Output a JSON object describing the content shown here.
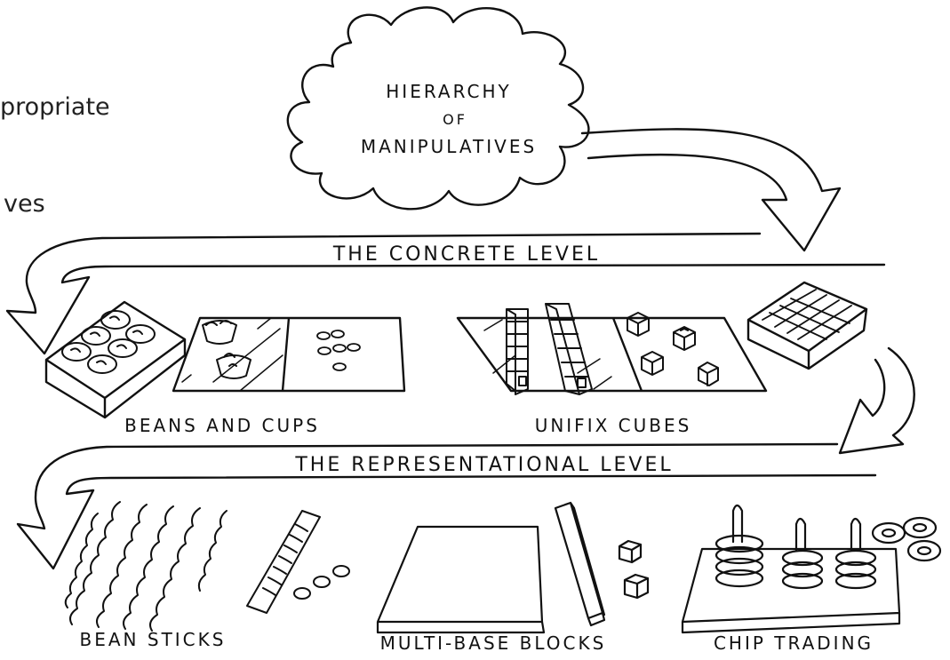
{
  "corner_text": {
    "line1": "propriate",
    "line2": "ves"
  },
  "cloud": {
    "line1": "HIERARCHY",
    "line2": "OF",
    "line3": "MANIPULATIVES"
  },
  "banners": {
    "concrete": "THE CONCRETE LEVEL",
    "representational": "THE REPRESENTATIONAL LEVEL"
  },
  "items": {
    "beans_and_cups": "BEANS AND CUPS",
    "unifix_cubes": "UNIFIX CUBES",
    "bean_sticks": "BEAN STICKS",
    "multi_base_blocks": "MULTI-BASE BLOCKS",
    "chip_trading": "CHIP TRADING"
  },
  "colors": {
    "ink": "#111111",
    "paper": "#ffffff"
  }
}
